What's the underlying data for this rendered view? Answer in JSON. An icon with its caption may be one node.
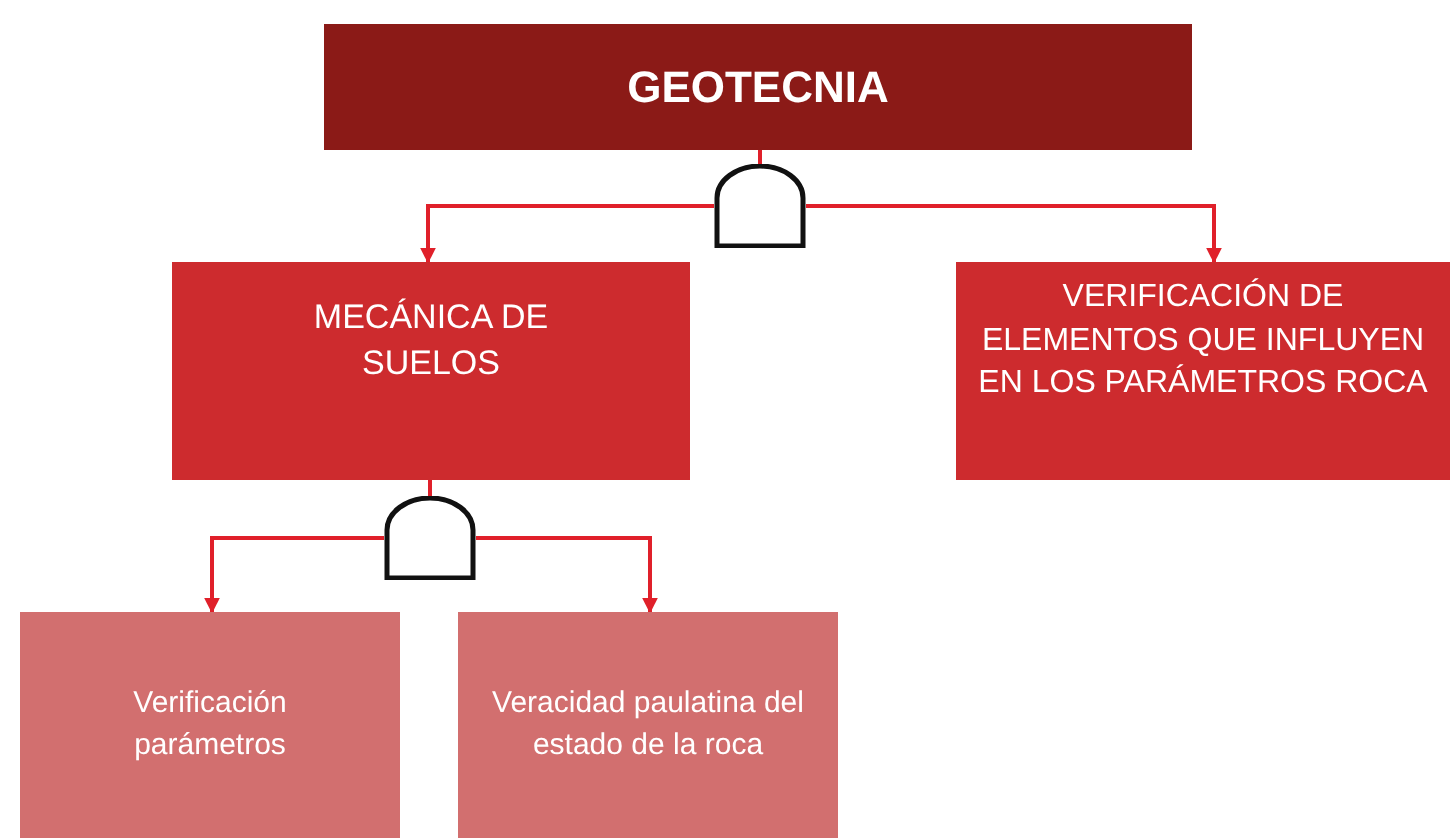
{
  "diagram": {
    "nodes": [
      {
        "text": [
          "GEOTECNIA"
        ]
      },
      {
        "text": [],
        "shape": "gate"
      },
      {
        "text": [
          "MECÁNICA DE SUELOS"
        ]
      },
      {
        "text": [
          "VERIFICACIÓN DE ELEMENTOS QUE INFLUYEN EN LOS PARÁMETROS ROCA"
        ]
      },
      {
        "text": [],
        "shape": "gate"
      },
      {
        "text": [
          "Verificación parámetros"
        ]
      },
      {
        "text": [
          "Veracidad paulatina del estado de la roca"
        ]
      }
    ],
    "edges": [
      {
        "from": 0,
        "to": 1,
        "arrow": "none"
      },
      {
        "from": 1,
        "to": 2,
        "arrow": "to"
      },
      {
        "from": 1,
        "to": 3,
        "arrow": "to"
      },
      {
        "from": 2,
        "to": 4,
        "arrow": "none"
      },
      {
        "from": 4,
        "to": 5,
        "arrow": "to"
      },
      {
        "from": 4,
        "to": 6,
        "arrow": "to"
      }
    ]
  }
}
